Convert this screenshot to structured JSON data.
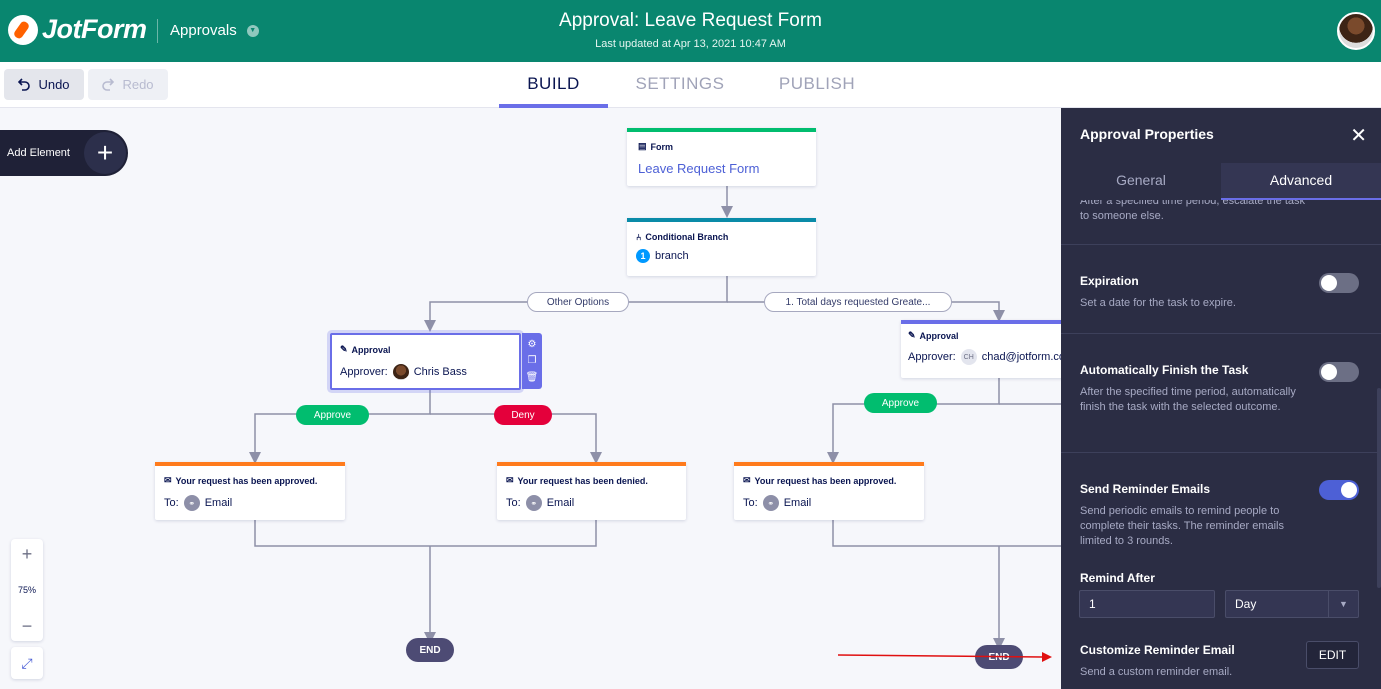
{
  "header": {
    "logo_text": "JotForm",
    "nav_label": "Approvals",
    "title": "Approval: Leave Request Form",
    "subtitle": "Last updated at Apr 13, 2021 10:47 AM"
  },
  "toolbar": {
    "undo_label": "Undo",
    "redo_label": "Redo",
    "tabs": [
      "BUILD",
      "SETTINGS",
      "PUBLISH"
    ],
    "active_tab": "BUILD"
  },
  "canvas": {
    "add_element_label": "Add Element",
    "zoom_level": "75%",
    "form_node": {
      "head": "Form",
      "link": "Leave Request Form"
    },
    "branch_node": {
      "head": "Conditional Branch",
      "count": "1",
      "label": "branch"
    },
    "branch_options": {
      "left": "Other Options",
      "right": "1. Total days requested Greate..."
    },
    "approval_left": {
      "head": "Approval",
      "approver_label": "Approver:",
      "approver_name": "Chris Bass"
    },
    "approval_right": {
      "head": "Approval",
      "approver_label": "Approver:",
      "approver_initials": "CH",
      "approver_email": "chad@jotform.co"
    },
    "outcomes": {
      "approve": "Approve",
      "deny": "Deny"
    },
    "email_nodes": [
      {
        "head": "Your request has been approved.",
        "to_label": "To:",
        "to_value": "Email"
      },
      {
        "head": "Your request has been denied.",
        "to_label": "To:",
        "to_value": "Email"
      },
      {
        "head": "Your request has been approved.",
        "to_label": "To:",
        "to_value": "Email"
      }
    ],
    "end_label": "END"
  },
  "panel": {
    "title": "Approval Properties",
    "tabs": [
      "General",
      "Advanced"
    ],
    "active_tab": "Advanced",
    "escalate_desc": "After a specified time period, escalate the task to someone else.",
    "expiration": {
      "title": "Expiration",
      "desc": "Set a date for the task to expire.",
      "enabled": false
    },
    "auto_finish": {
      "title": "Automatically Finish the Task",
      "desc": "After the specified time period, automatically finish the task with the selected outcome.",
      "enabled": false
    },
    "reminder": {
      "title": "Send Reminder Emails",
      "desc": "Send periodic emails to remind people to complete their tasks. The reminder emails limited to 3 rounds.",
      "enabled": true
    },
    "remind_after": {
      "label": "Remind After",
      "value": "1",
      "unit": "Day"
    },
    "customize": {
      "title": "Customize Reminder Email",
      "desc": "Send a custom reminder email.",
      "button": "EDIT"
    }
  },
  "colors": {
    "header_bg": "#09866f",
    "accent": "#6a6ee8",
    "approve": "#01bd6f",
    "deny": "#e4003b",
    "panel_bg": "#2b2d44",
    "annotation_arrow": "#e01010"
  }
}
